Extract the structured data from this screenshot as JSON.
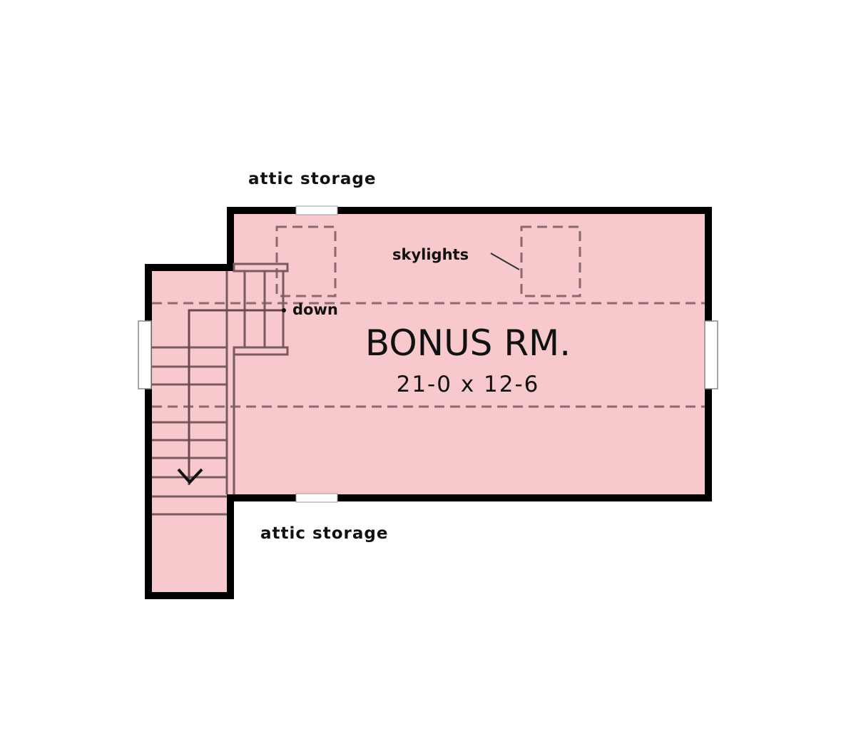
{
  "plan": {
    "room_name": "BONUS RM.",
    "room_dimensions": "21-0 x 12-6",
    "top_label": "attic storage",
    "bottom_label": "attic storage",
    "skylights_label": "skylights",
    "stair_label": "down"
  },
  "colors": {
    "floor": "#f7c8cc",
    "wall": "#000000"
  }
}
